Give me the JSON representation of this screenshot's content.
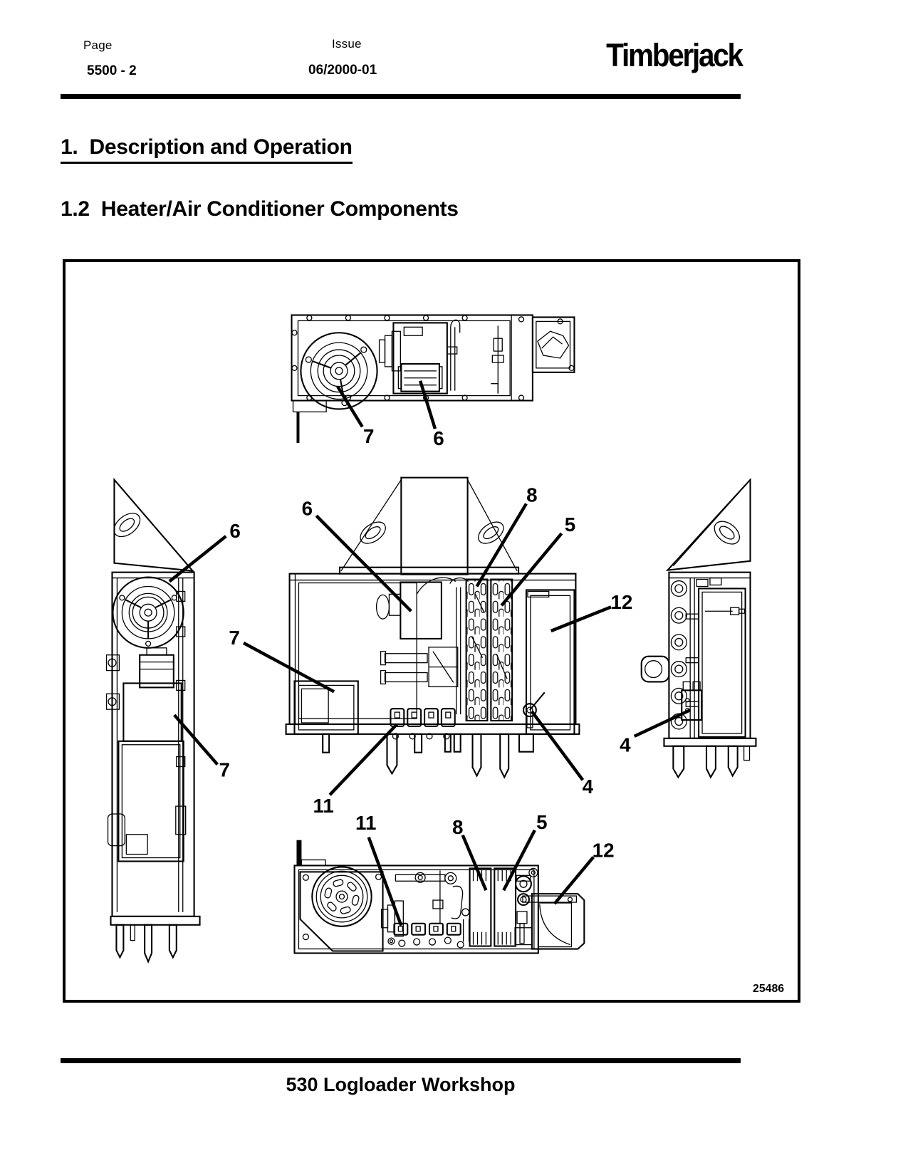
{
  "header": {
    "page_label": "Page",
    "page_value": "5500 - 2",
    "issue_label": "Issue",
    "issue_value": "06/2000-01",
    "brand": "Timberjack"
  },
  "headings": {
    "section": "1.  Description and Operation",
    "subsection": "1.2  Heater/Air Conditioner Components"
  },
  "figure": {
    "figure_number": "25486",
    "callouts": [
      {
        "id": "top-view-7",
        "text": "7"
      },
      {
        "id": "top-view-6",
        "text": "6"
      },
      {
        "id": "left-view-6",
        "text": "6"
      },
      {
        "id": "left-view-7",
        "text": "7"
      },
      {
        "id": "front-view-6",
        "text": "6"
      },
      {
        "id": "front-view-8",
        "text": "8"
      },
      {
        "id": "front-view-5",
        "text": "5"
      },
      {
        "id": "front-view-12",
        "text": "12"
      },
      {
        "id": "front-view-7",
        "text": "7"
      },
      {
        "id": "front-view-11",
        "text": "11"
      },
      {
        "id": "front-view-4",
        "text": "4"
      },
      {
        "id": "right-view-4",
        "text": "4"
      },
      {
        "id": "bottom-view-11",
        "text": "11"
      },
      {
        "id": "bottom-view-8",
        "text": "8"
      },
      {
        "id": "bottom-view-5",
        "text": "5"
      },
      {
        "id": "bottom-view-12",
        "text": "12"
      }
    ]
  },
  "footer": {
    "text": "530 Logloader Workshop"
  }
}
